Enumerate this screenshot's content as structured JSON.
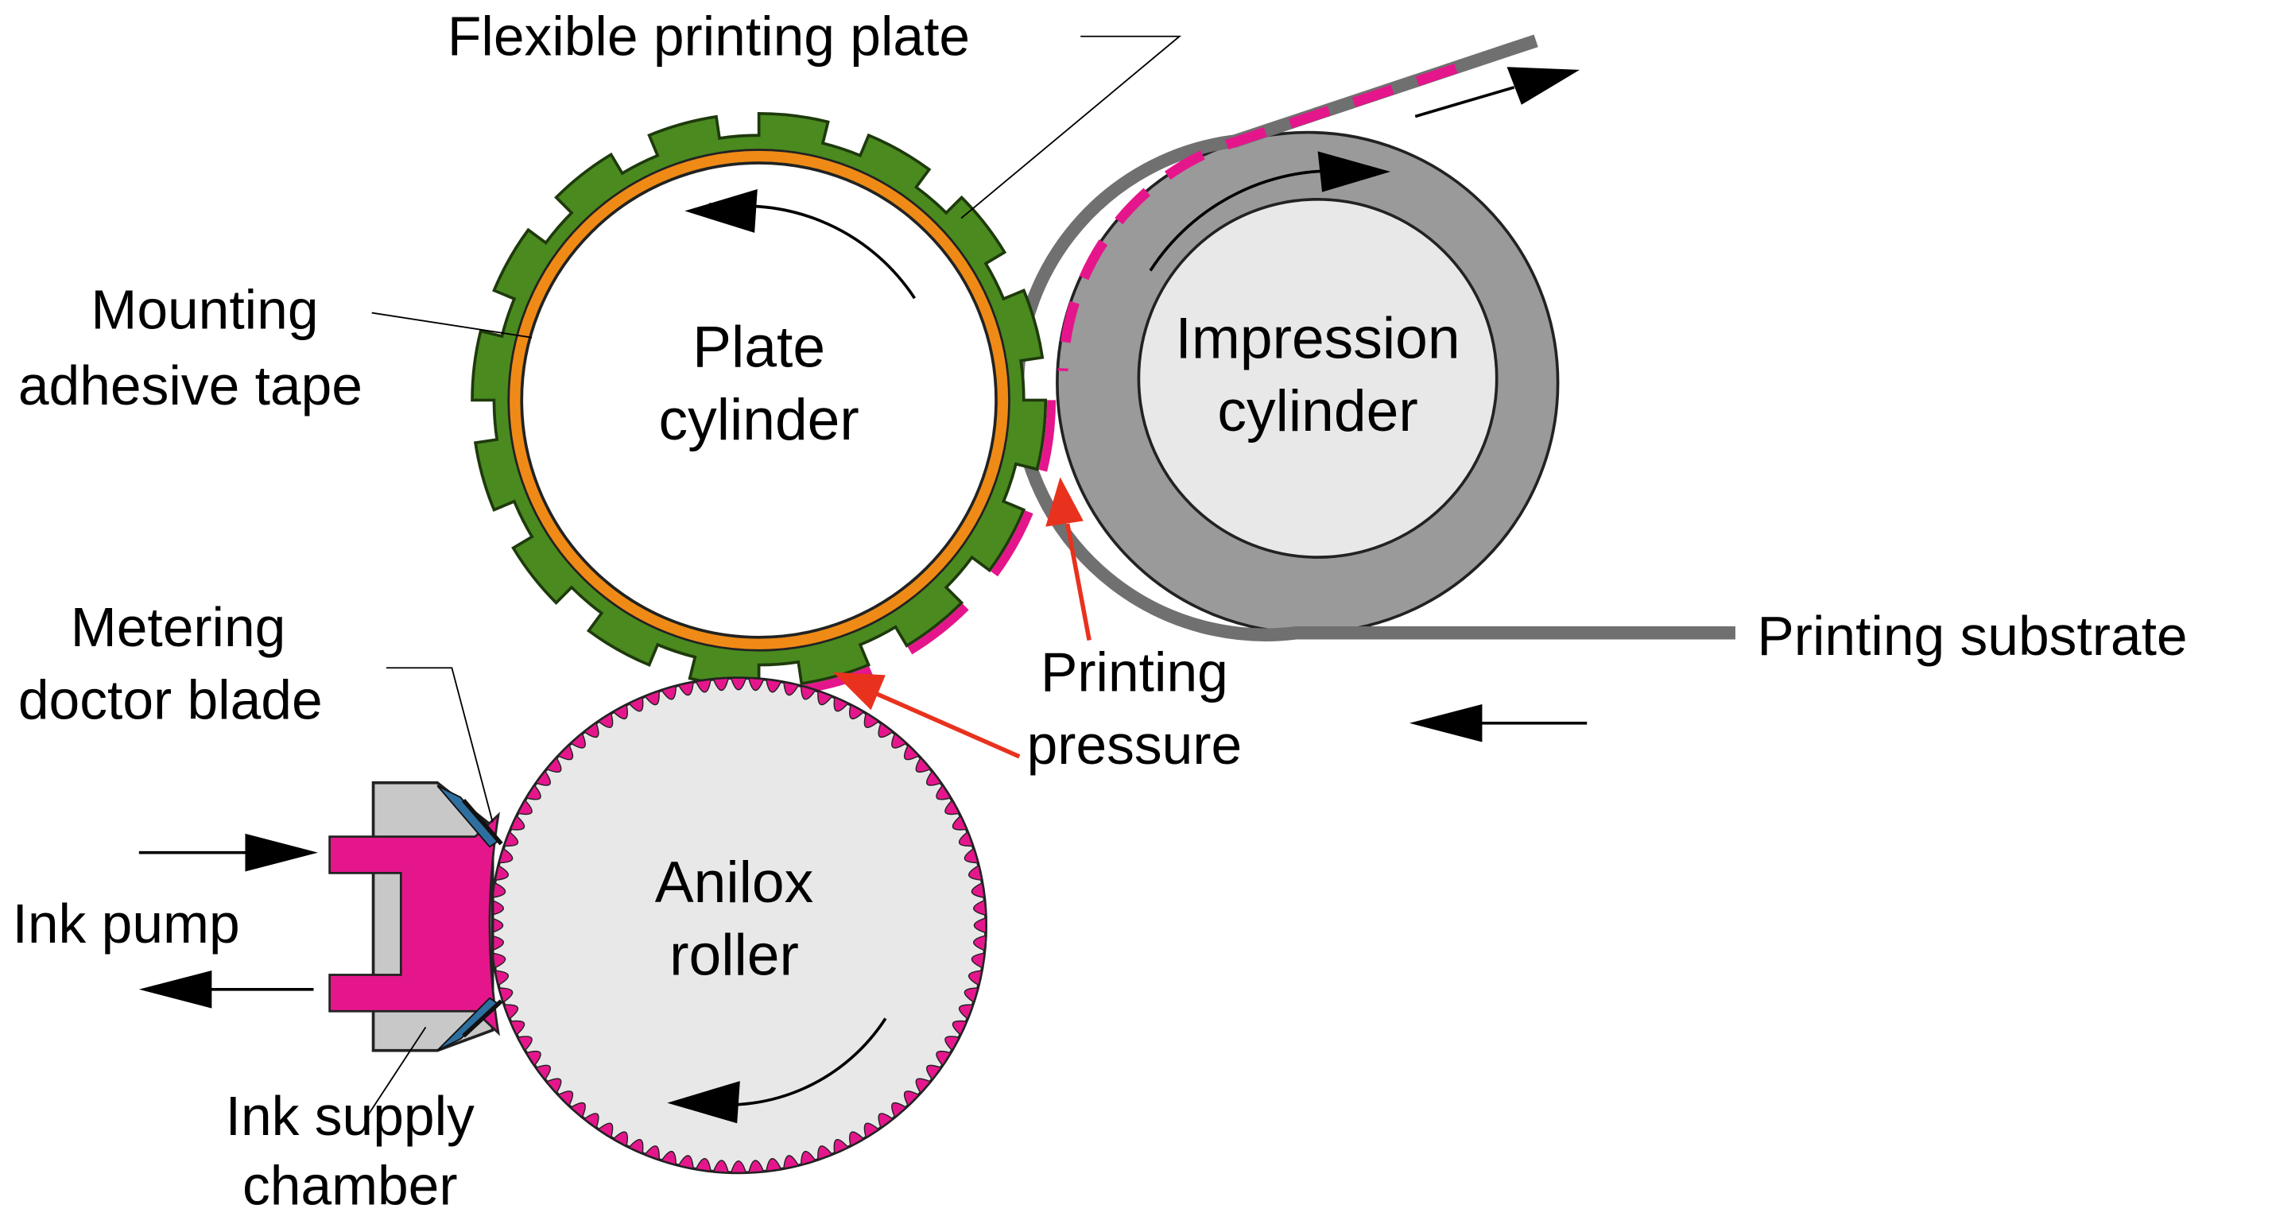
{
  "labels": {
    "plate_cylinder": [
      "Plate",
      "cylinder"
    ],
    "impression_cylinder": [
      "Impression",
      "cylinder"
    ],
    "anilox_roller": [
      "Anilox",
      "roller"
    ],
    "flexible_printing_plate": "Flexible printing plate",
    "mounting_adhesive_tape": [
      "Mounting",
      "adhesive tape"
    ],
    "metering_doctor_blade": [
      "Metering",
      "doctor blade"
    ],
    "printing_pressure": [
      "Printing",
      "pressure"
    ],
    "printing_substrate": "Printing substrate",
    "ink_pump": "Ink pump",
    "ink_supply_chamber": [
      "Ink supply",
      "chamber"
    ]
  },
  "colors": {
    "plate": "#4a8a1f",
    "adhesive_tape": "#f08a17",
    "ink": "#e5168c",
    "impression_shell": "#9a9a9a",
    "roller_core": "#e8e8e8",
    "chamber_body": "#c8c8c8",
    "doctor_blade": "#2e6fa0",
    "pressure_arrow": "#e8321e",
    "substrate": "#707070"
  }
}
